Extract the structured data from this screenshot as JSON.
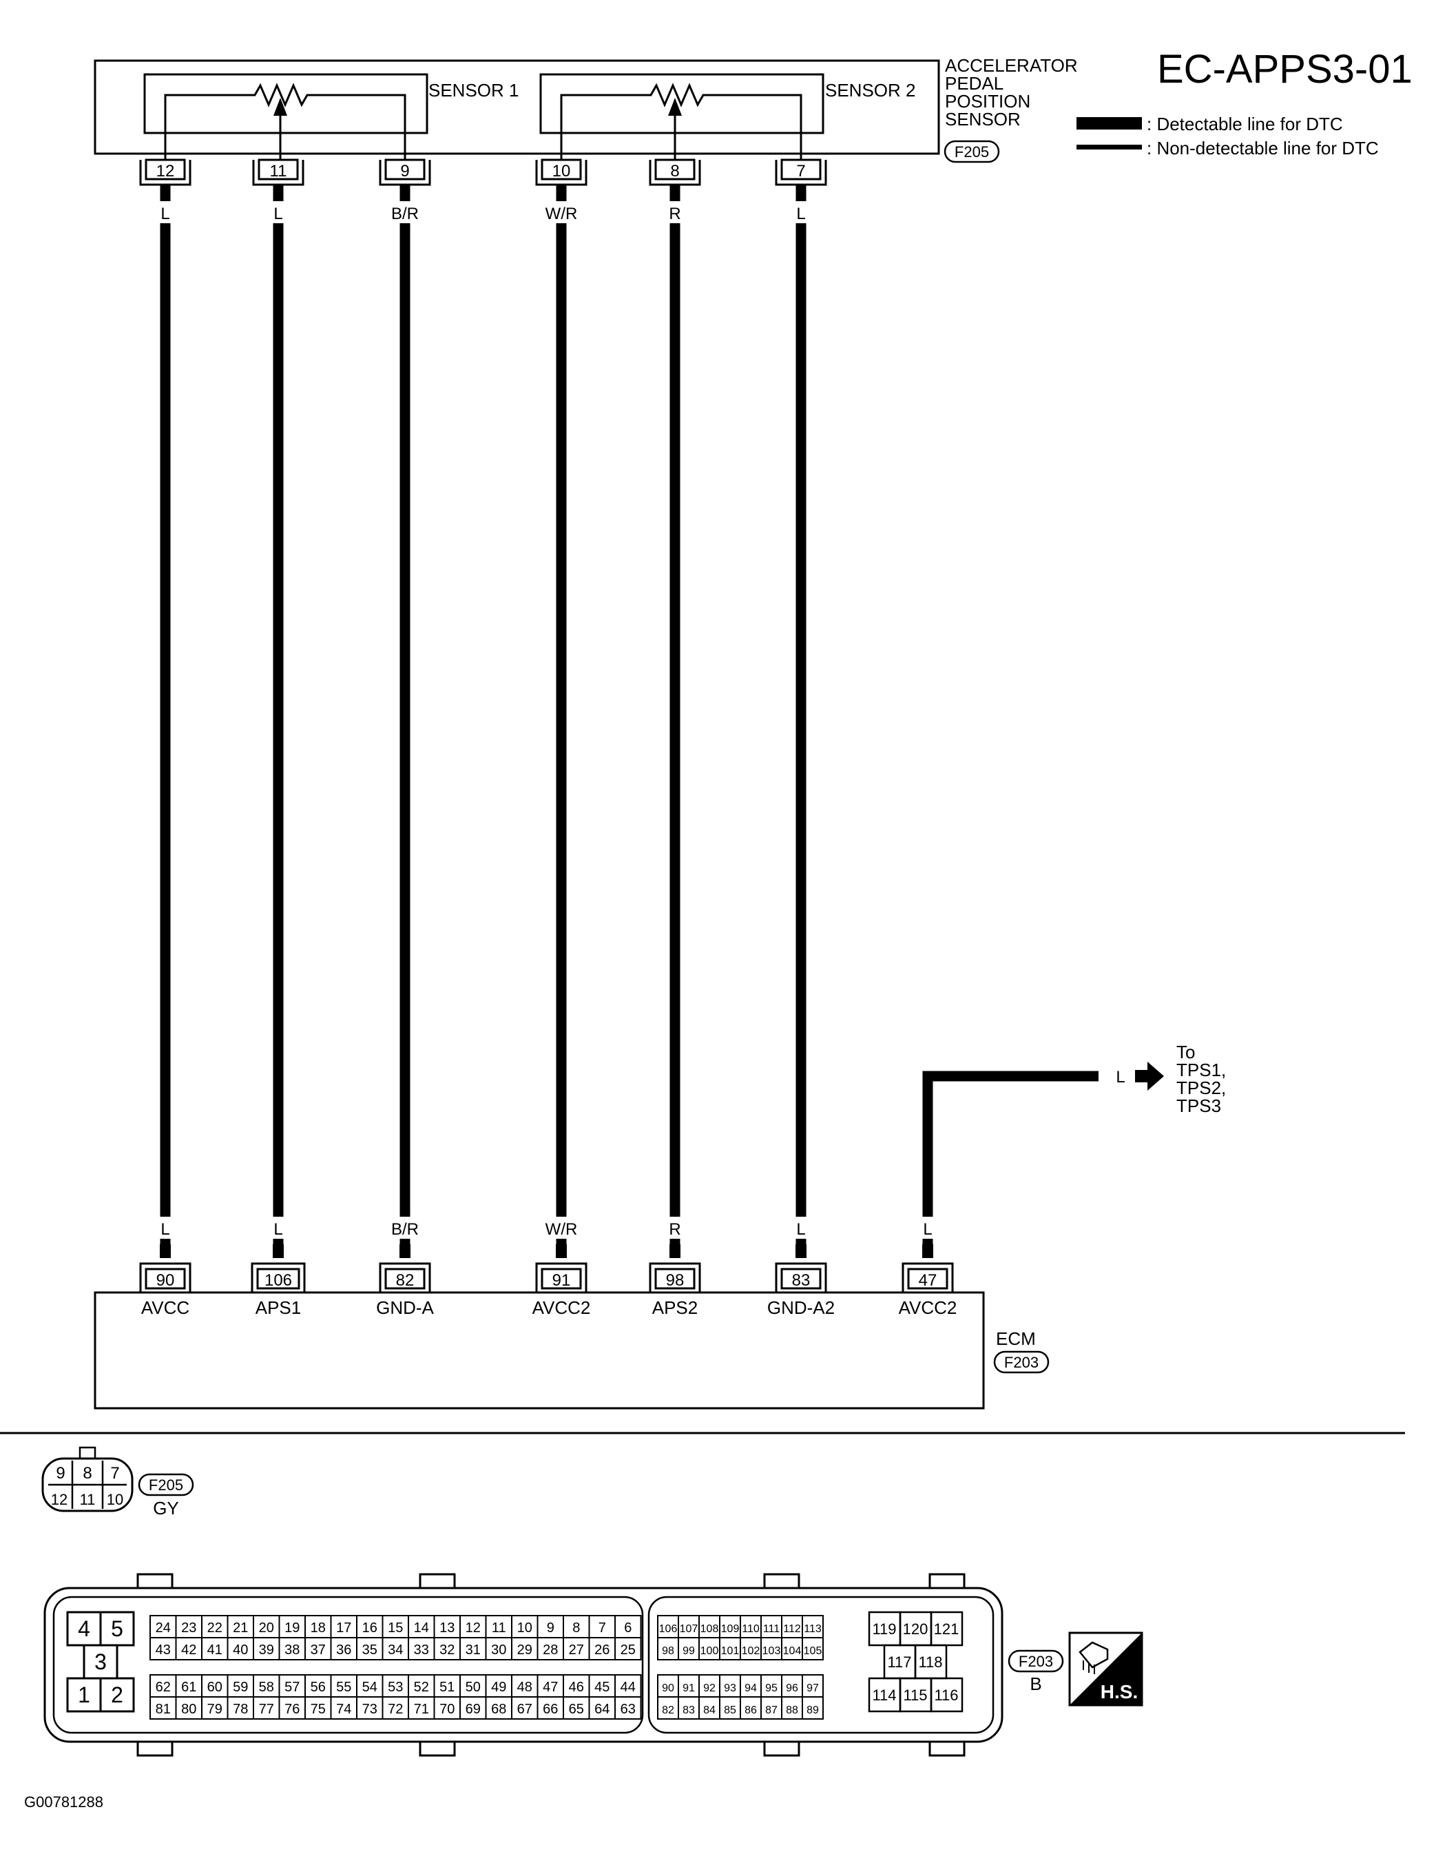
{
  "diagram_id": "EC-APPS3-01",
  "component": {
    "name_lines": [
      "ACCELERATOR",
      "PEDAL",
      "POSITION",
      "SENSOR"
    ],
    "connector": "F205",
    "sensor1": "SENSOR 1",
    "sensor2": "SENSOR 2"
  },
  "legend": {
    "detectable": ": Detectable line for DTC",
    "non_detectable": ": Non-detectable line for DTC"
  },
  "wires": [
    {
      "sensor_pin": "12",
      "color": "L",
      "ecm_pin": "90",
      "ecm_label": "AVCC"
    },
    {
      "sensor_pin": "11",
      "color": "L",
      "ecm_pin": "106",
      "ecm_label": "APS1"
    },
    {
      "sensor_pin": "9",
      "color": "B/R",
      "ecm_pin": "82",
      "ecm_label": "GND-A"
    },
    {
      "sensor_pin": "10",
      "color": "W/R",
      "ecm_pin": "91",
      "ecm_label": "AVCC2"
    },
    {
      "sensor_pin": "8",
      "color": "R",
      "ecm_pin": "98",
      "ecm_label": "APS2"
    },
    {
      "sensor_pin": "7",
      "color": "L",
      "ecm_pin": "83",
      "ecm_label": "GND-A2"
    }
  ],
  "extra_wire": {
    "color": "L",
    "ecm_pin": "47",
    "ecm_label": "AVCC2",
    "arrow_color": "L",
    "dest_lines": [
      "To",
      "TPS1,",
      "TPS2,",
      "TPS3"
    ]
  },
  "ecm": {
    "name": "ECM",
    "connector": "F203"
  },
  "f205_face": {
    "top_pins": [
      "9",
      "8",
      "7"
    ],
    "bottom_pins": [
      "12",
      "11",
      "10"
    ],
    "id": "F205",
    "color": "GY"
  },
  "f203_face": {
    "power": {
      "top": [
        "4",
        "5"
      ],
      "mid": "3",
      "bottom": [
        "1",
        "2"
      ]
    },
    "blockA": [
      [
        "24",
        "23",
        "22",
        "21",
        "20",
        "19",
        "18",
        "17",
        "16",
        "15",
        "14",
        "13",
        "12",
        "11",
        "10",
        "9",
        "8",
        "7",
        "6"
      ],
      [
        "43",
        "42",
        "41",
        "40",
        "39",
        "38",
        "37",
        "36",
        "35",
        "34",
        "33",
        "32",
        "31",
        "30",
        "29",
        "28",
        "27",
        "26",
        "25"
      ],
      [
        "62",
        "61",
        "60",
        "59",
        "58",
        "57",
        "56",
        "55",
        "54",
        "53",
        "52",
        "51",
        "50",
        "49",
        "48",
        "47",
        "46",
        "45",
        "44"
      ],
      [
        "81",
        "80",
        "79",
        "78",
        "77",
        "76",
        "75",
        "74",
        "73",
        "72",
        "71",
        "70",
        "69",
        "68",
        "67",
        "66",
        "65",
        "64",
        "63"
      ]
    ],
    "blockB": [
      [
        "106",
        "107",
        "108",
        "109",
        "110",
        "111",
        "112",
        "113"
      ],
      [
        "98",
        "99",
        "100",
        "101",
        "102",
        "103",
        "104",
        "105"
      ],
      [
        "90",
        "91",
        "92",
        "93",
        "94",
        "95",
        "96",
        "97"
      ],
      [
        "82",
        "83",
        "84",
        "85",
        "86",
        "87",
        "88",
        "89"
      ]
    ],
    "blockC": {
      "top": [
        "119",
        "120",
        "121"
      ],
      "mid": [
        "117",
        "118"
      ],
      "bottom": [
        "114",
        "115",
        "116"
      ]
    },
    "id": "F203",
    "color": "B",
    "hs_badge": "H.S."
  },
  "figure_code": "G00781288"
}
